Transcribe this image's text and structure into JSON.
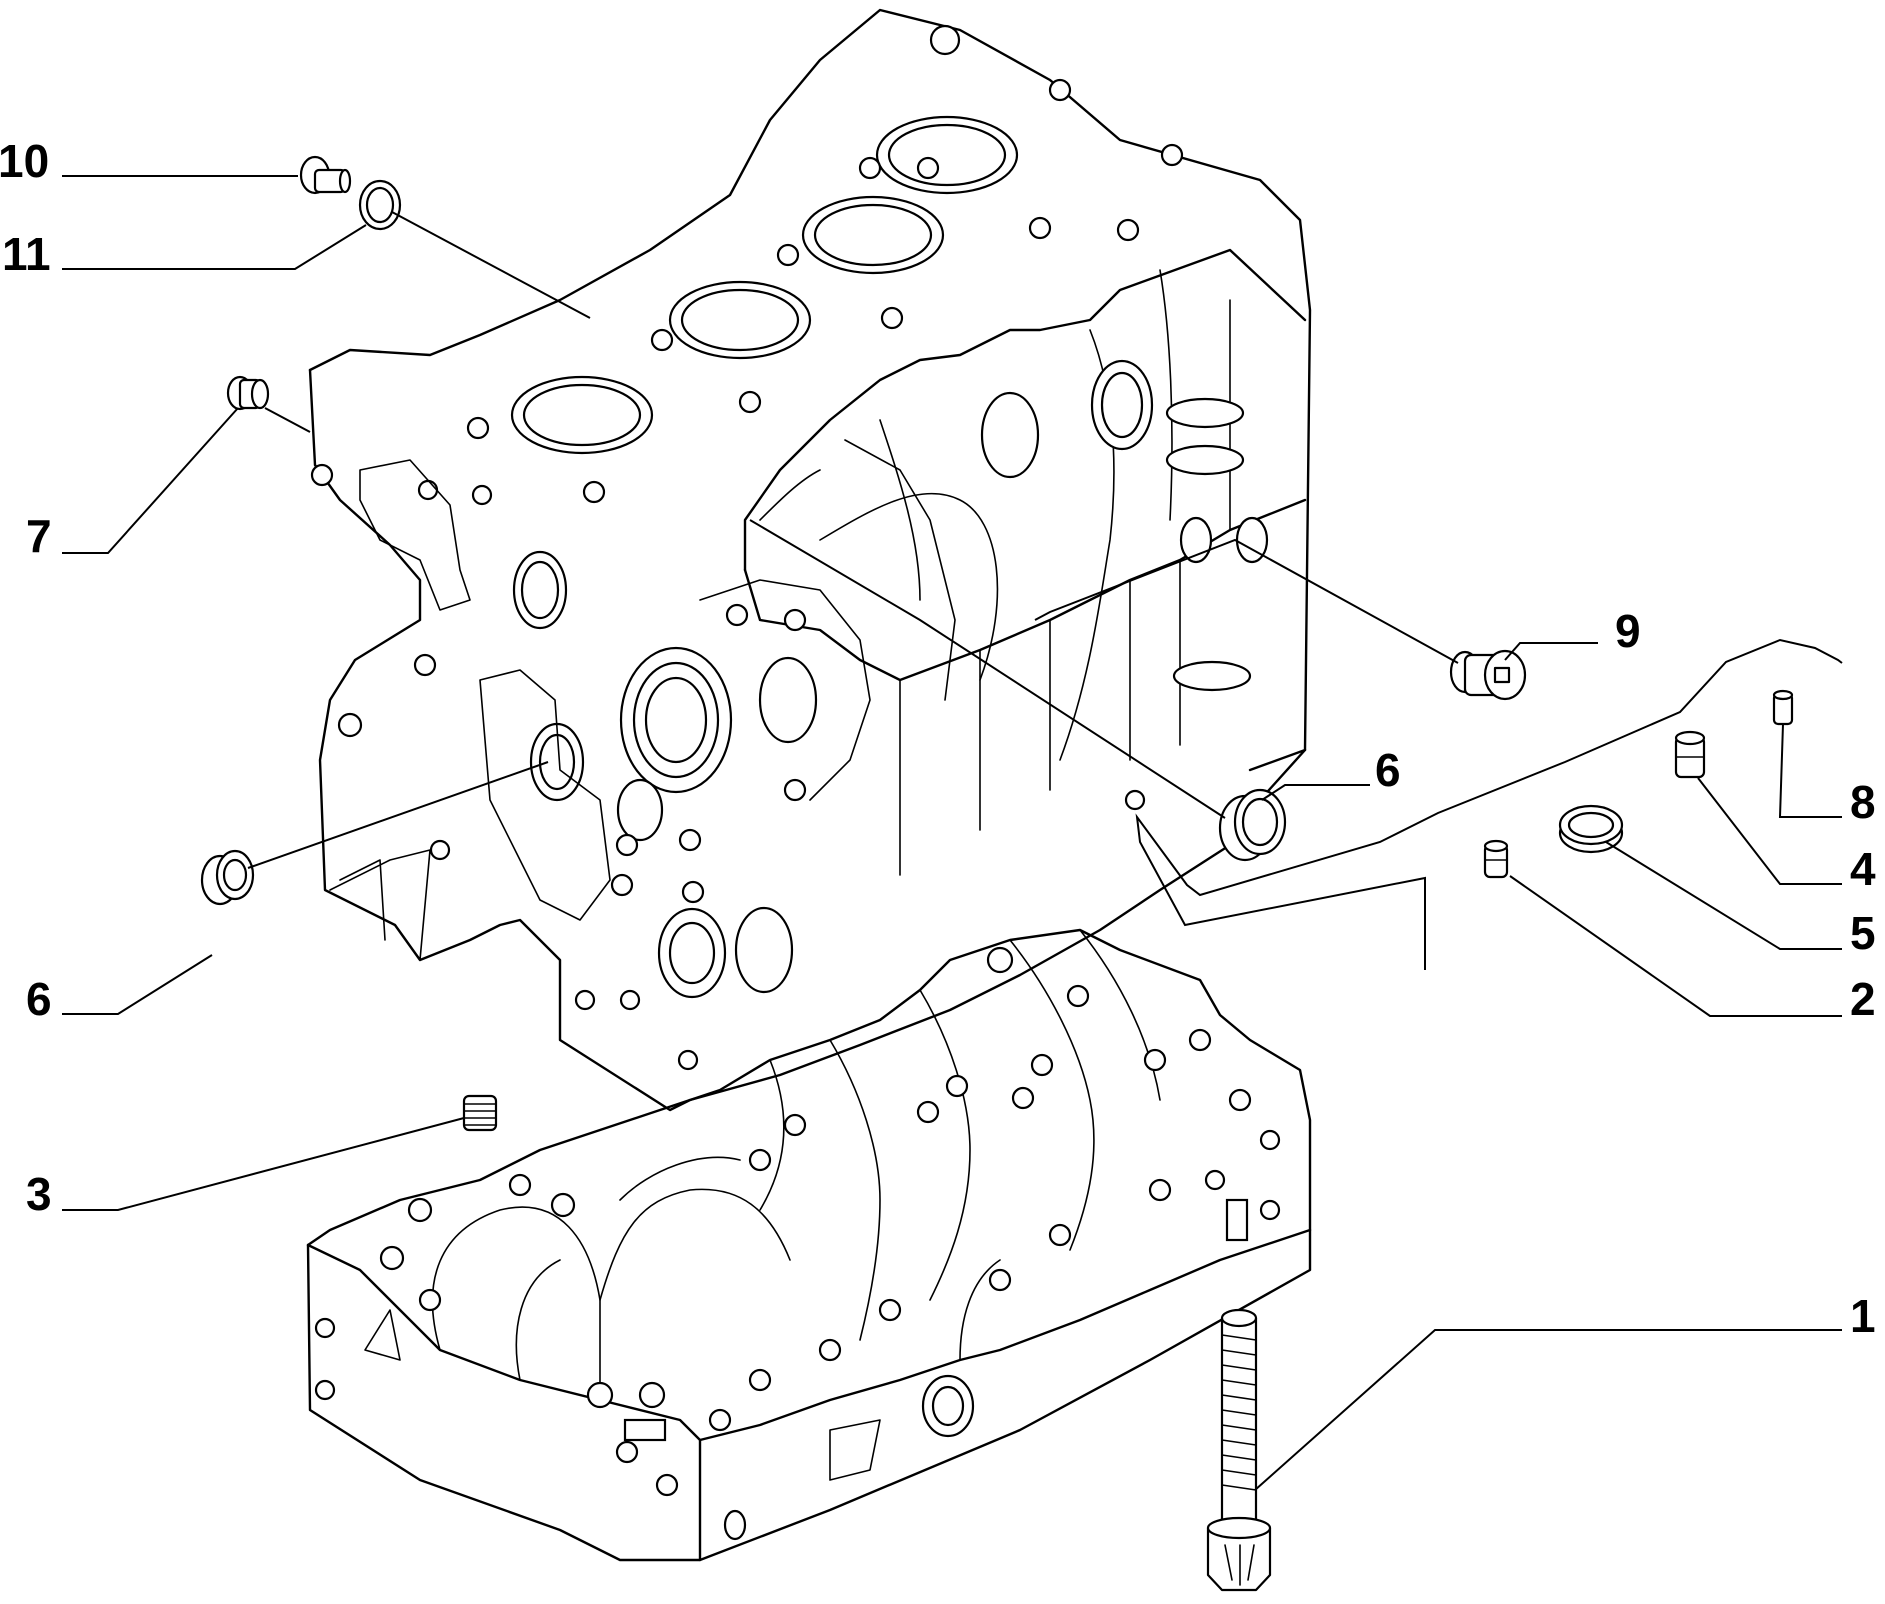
{
  "callouts": [
    {
      "id": "c10",
      "label": "10"
    },
    {
      "id": "c11",
      "label": "11"
    },
    {
      "id": "c7",
      "label": "7"
    },
    {
      "id": "c9",
      "label": "9"
    },
    {
      "id": "c6a",
      "label": "6"
    },
    {
      "id": "c8",
      "label": "8"
    },
    {
      "id": "c4",
      "label": "4"
    },
    {
      "id": "c5",
      "label": "5"
    },
    {
      "id": "c2",
      "label": "2"
    },
    {
      "id": "c6b",
      "label": "6"
    },
    {
      "id": "c3",
      "label": "3"
    },
    {
      "id": "c1",
      "label": "1"
    }
  ],
  "colors": {
    "line": "#000000",
    "background": "#ffffff"
  }
}
